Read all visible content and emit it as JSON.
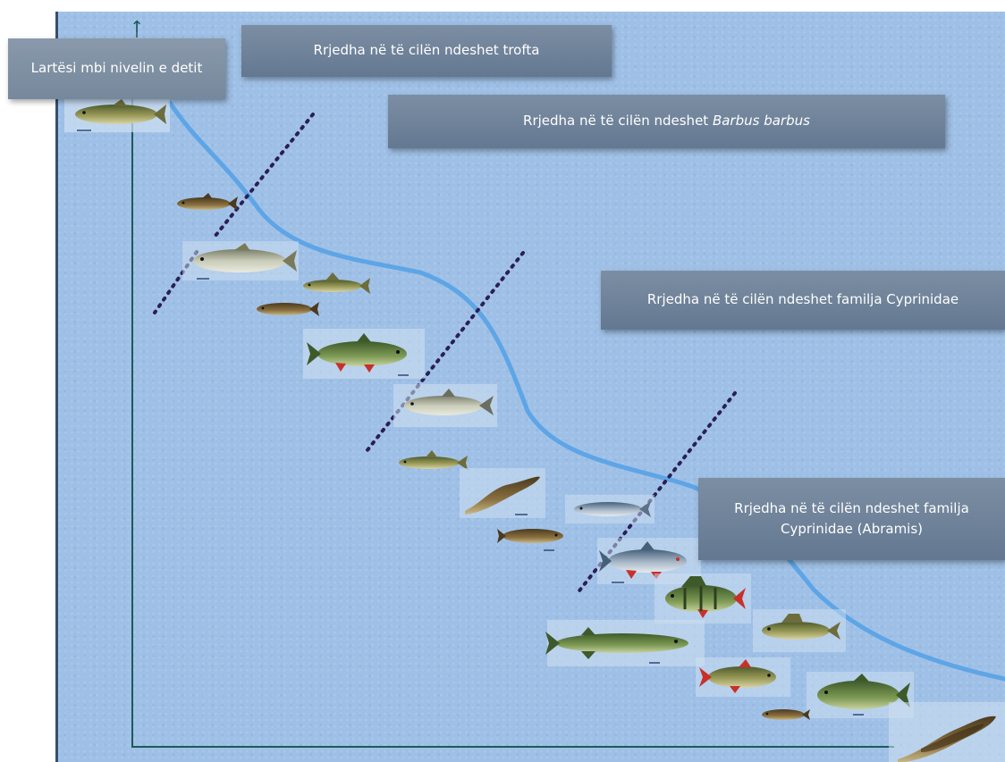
{
  "axis": {
    "y_label": "Lartësi mbi nivelin e detit",
    "arrow_glyph": "↑"
  },
  "zones": [
    {
      "id": "trout",
      "label": "Rrjedha në të cilën ndeshet trofta"
    },
    {
      "id": "barbus",
      "label_prefix": "Rrjedha në të cilën ndeshet ",
      "label_species": "Barbus barbus"
    },
    {
      "id": "cyprinidae",
      "label": "Rrjedha në të cilën ndeshet familja Cyprinidae"
    },
    {
      "id": "abramis",
      "label": "Rrjedha në të cilën ndeshet familja\nCyprinidae (Abramis)"
    }
  ],
  "fish_count": 19,
  "colors": {
    "water": "#9fc0e6",
    "river_line": "#5aa3e6",
    "boundary_dots": "#2a1f55",
    "axis": "#1d5a5a",
    "label_box": "#6f829a",
    "fin_red": "#c8302a"
  }
}
